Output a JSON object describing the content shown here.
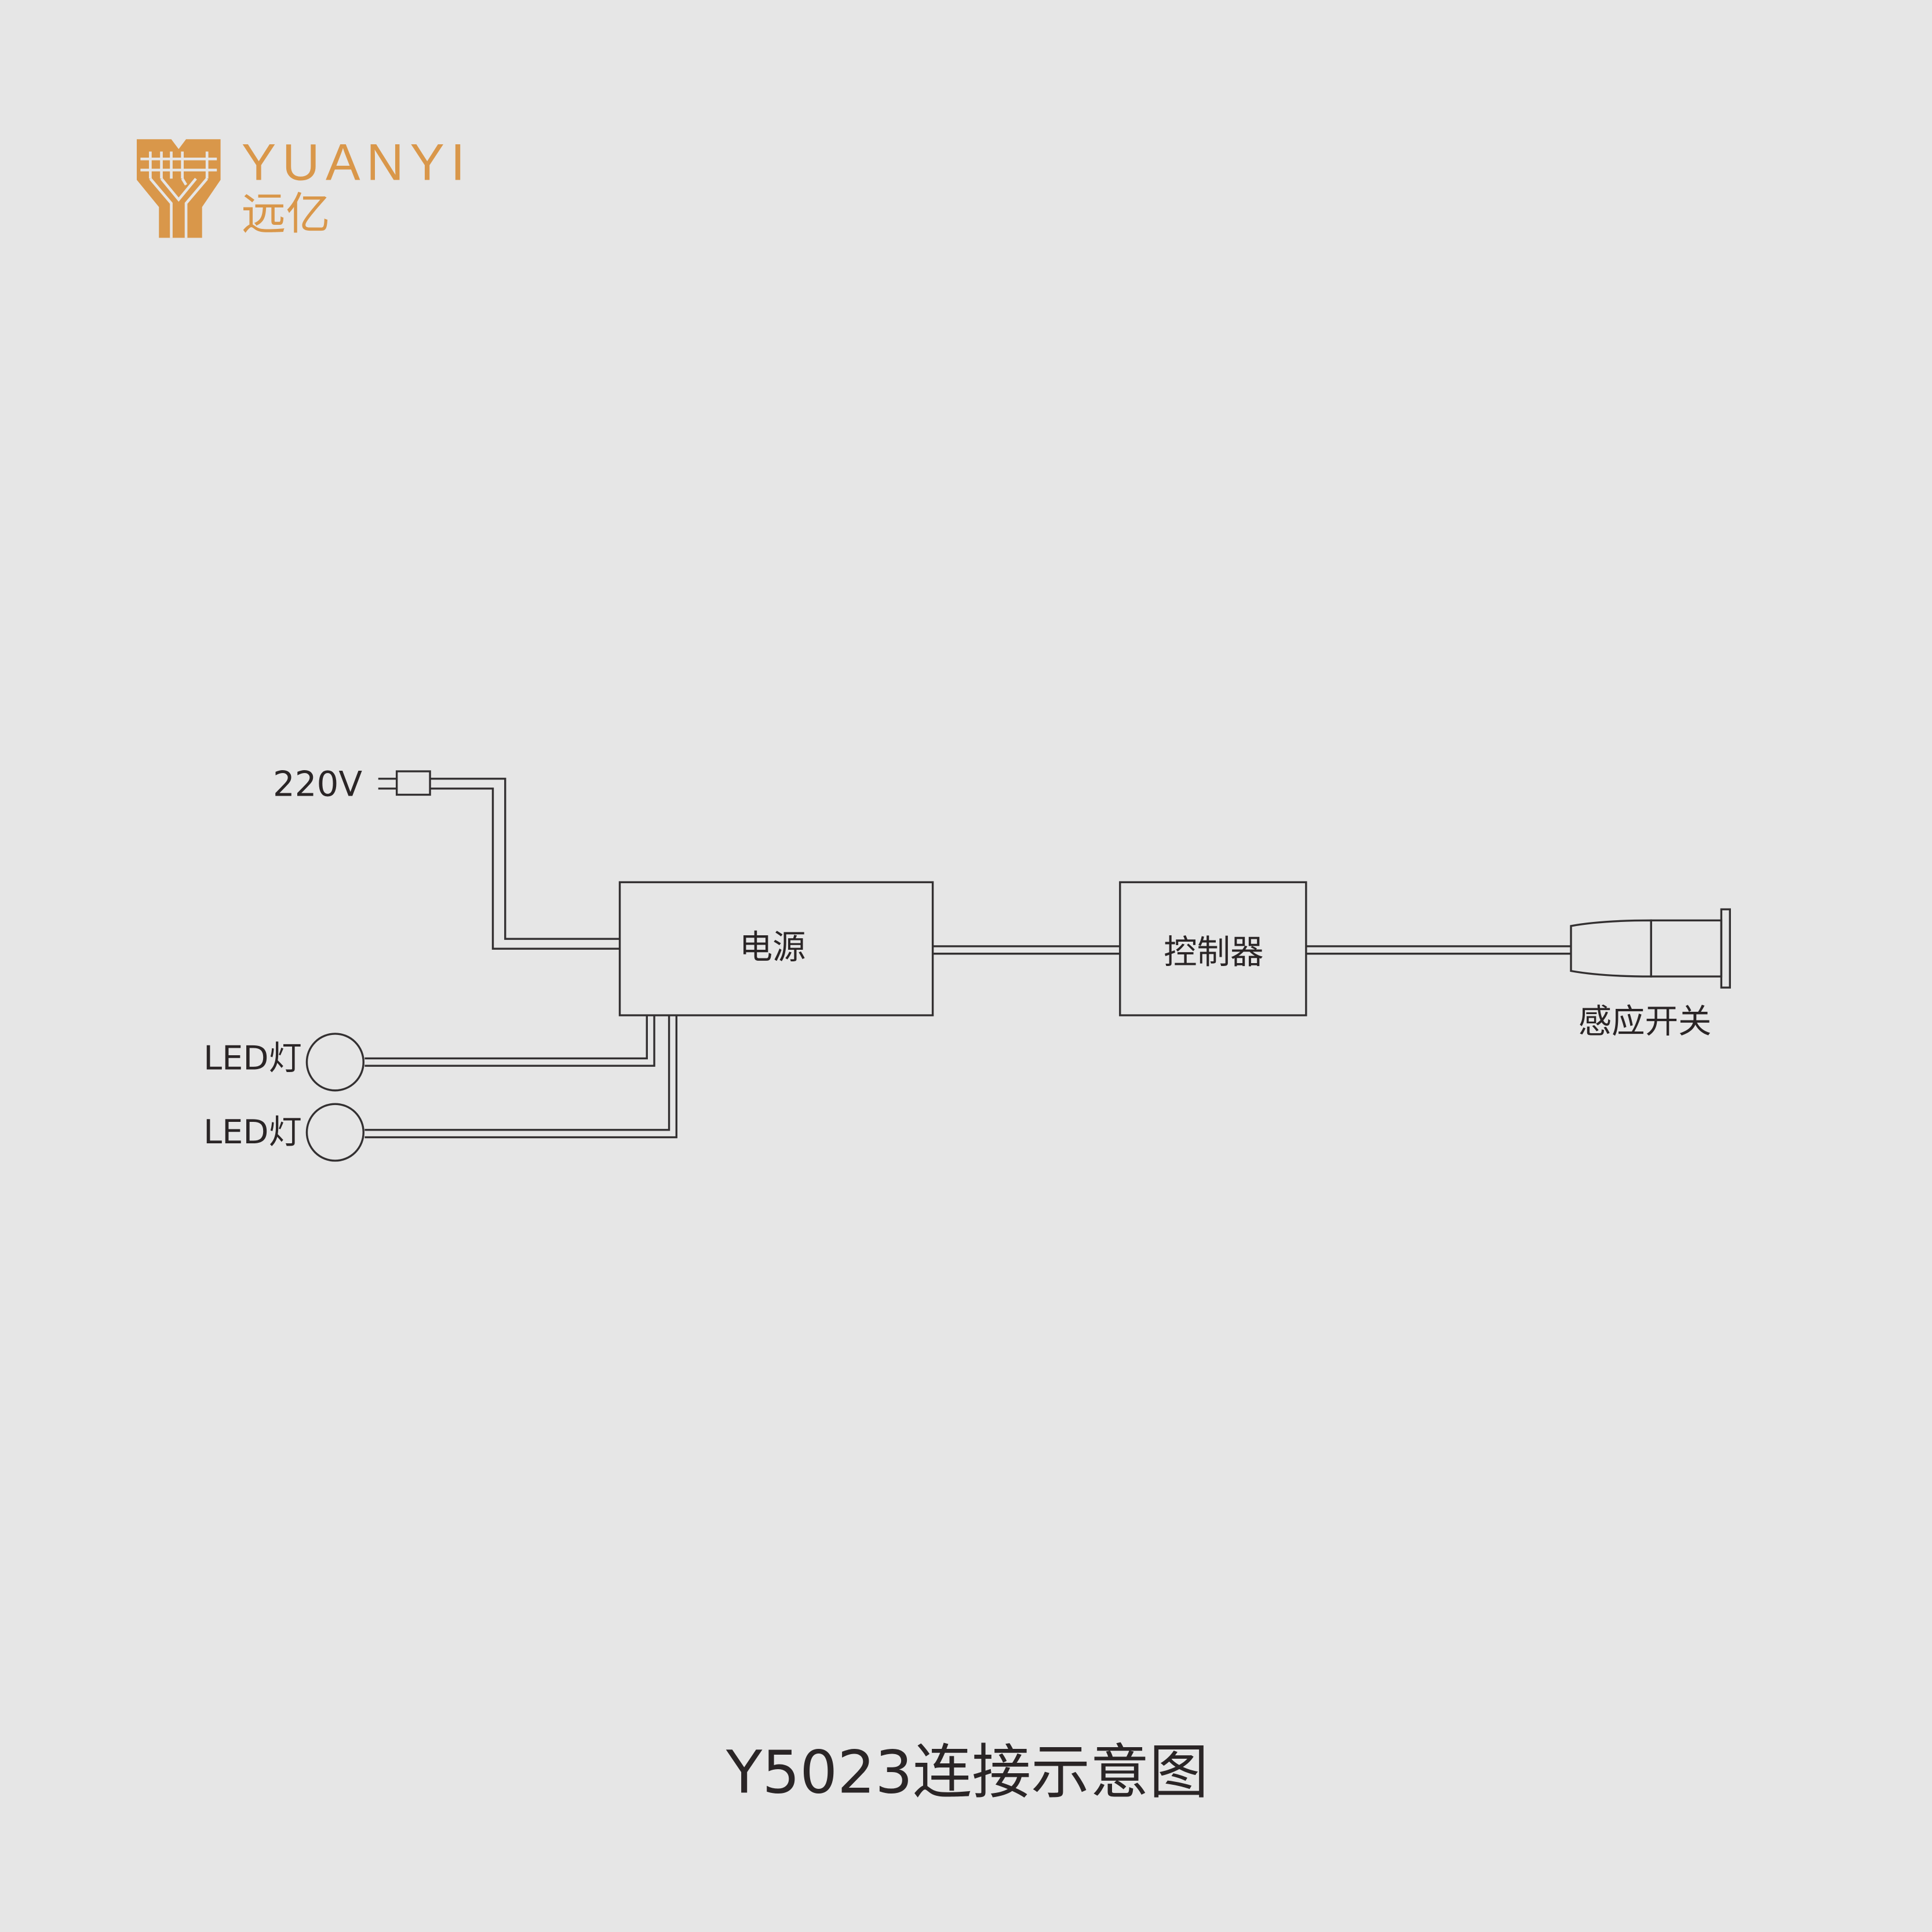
{
  "logo": {
    "brand_en": "YUANYI",
    "brand_cn": "远亿",
    "color": "#d9974a"
  },
  "diagram": {
    "power_input_label": "220V",
    "power_supply_label": "电源",
    "controller_label": "控制器",
    "sensor_switch_label": "感应开关",
    "led_labels": [
      "LED灯",
      "LED灯"
    ]
  },
  "title": "Y5023连接示意图",
  "colors": {
    "background": "#e6e6e6",
    "line": "#333031",
    "text": "#2a2526"
  }
}
